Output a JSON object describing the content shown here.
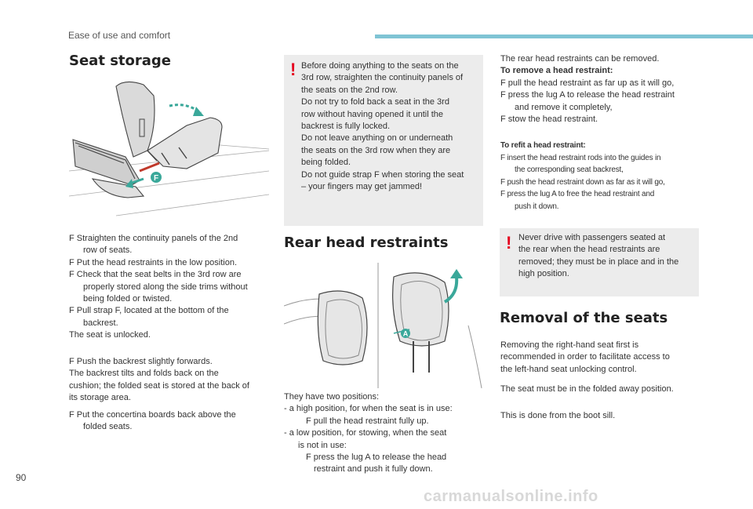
{
  "header": {
    "section": "Ease of use and comfort"
  },
  "seat_storage": {
    "title": "Seat storage",
    "figure_label": "F",
    "steps1": [
      [
        "F  Straighten the continuity panels of the 2nd"
      ],
      [
        "row of seats."
      ],
      [
        "F  Put the head restraints in the low position."
      ],
      [
        "F  Check that the seat belts in the 3rd row are"
      ],
      [
        "properly stored along the side trims without"
      ],
      [
        "being folded or twisted."
      ],
      [
        "F  Pull strap F, located at the bottom of the"
      ],
      [
        "backrest."
      ],
      [
        "The seat is unlocked."
      ]
    ],
    "steps2": [
      "F  Push the backrest slightly forwards.",
      "The backrest tilts and folds back on the",
      "cushion; the folded seat is stored at the back of",
      "its storage area."
    ],
    "steps3": [
      "F  Put the concertina boards back above the",
      "folded seats."
    ]
  },
  "warning1": {
    "lines": [
      "Before doing anything to the seats on the",
      "3rd row, straighten the continuity panels of",
      "the seats on the 2nd row.",
      "Do not try to fold back a seat in the 3rd",
      "row without having opened it until the",
      "backrest is fully locked.",
      "Do not leave anything on or underneath",
      "the seats on the 3rd row when they are",
      "being folded.",
      "Do not guide strap F when storing the seat",
      "– your fingers may get jammed!"
    ]
  },
  "rear_head_restraints": {
    "title": "Rear head restraints",
    "figure_label": "A",
    "lines": [
      "They have two positions:",
      "-  a high position, for when the seat is in use:",
      "F  pull the head restraint fully up.",
      "-  a low position, for stowing, when the seat",
      "is not in use:",
      "F  press the lug A to release the head",
      "restraint and push it fully down."
    ]
  },
  "right_col": {
    "intro": "The rear head restraints can be removed.",
    "remove_title": "To remove a head restraint:",
    "remove_steps": [
      "F  pull the head restraint as far up as it will go,",
      "F  press the lug A to release the head restraint",
      "and remove it completely,",
      "F  stow the head restraint."
    ],
    "refit_title": "To refit a head restraint:",
    "refit_steps": [
      "F  insert the head restraint rods into the guides in",
      "the corresponding seat backrest,",
      "F  push the head restraint down as far as it will go,",
      "F  press the lug A to free the head restraint and",
      "push it down."
    ]
  },
  "warning2": {
    "lines": [
      "Never drive with passengers seated at",
      "the rear when the head restraints are",
      "removed; they must be in place and in the",
      "high position."
    ]
  },
  "removal": {
    "title": "Removal of the seats",
    "p1": [
      "Removing the right-hand seat first is",
      "recommended in order to facilitate access to",
      "the left-hand seat unlocking control."
    ],
    "p2": "The seat must be in the folded away position.",
    "p3": "This is done from the boot sill."
  },
  "page_number": "90",
  "footer": "carmanualsonline.info"
}
